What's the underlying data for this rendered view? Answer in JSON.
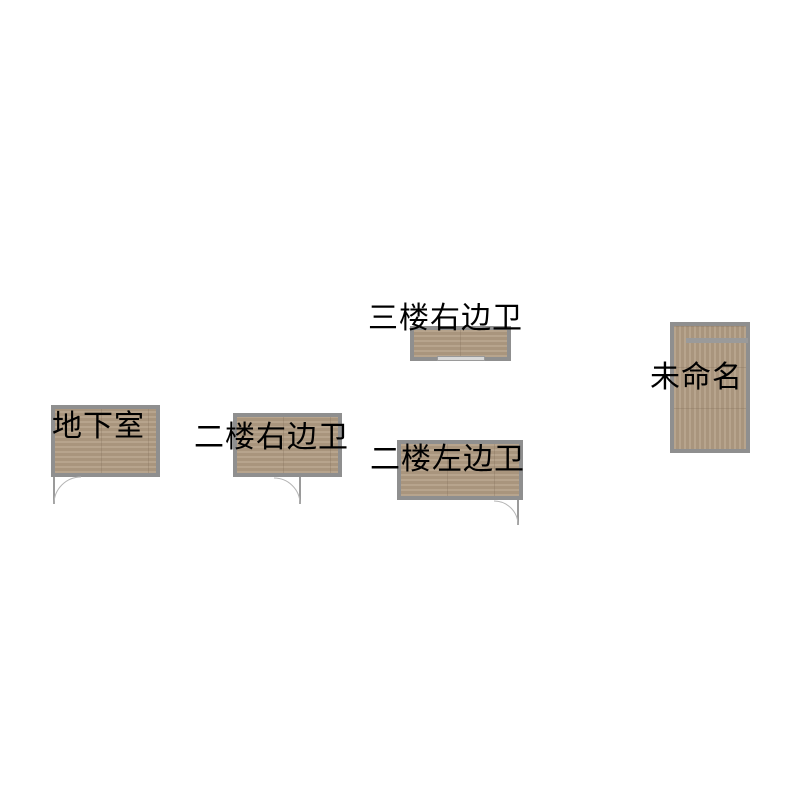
{
  "colors": {
    "wall": "#8f8f8f",
    "floor": "#b29d84",
    "label": "#000000",
    "background": "#ffffff"
  },
  "rooms": [
    {
      "id": "basement",
      "label": "地下室"
    },
    {
      "id": "second-right-bath",
      "label": "二楼右边卫"
    },
    {
      "id": "third-right-bath",
      "label": "三楼右边卫"
    },
    {
      "id": "second-left-bath",
      "label": "二楼左边卫"
    },
    {
      "id": "unnamed",
      "label": "未命名"
    }
  ]
}
